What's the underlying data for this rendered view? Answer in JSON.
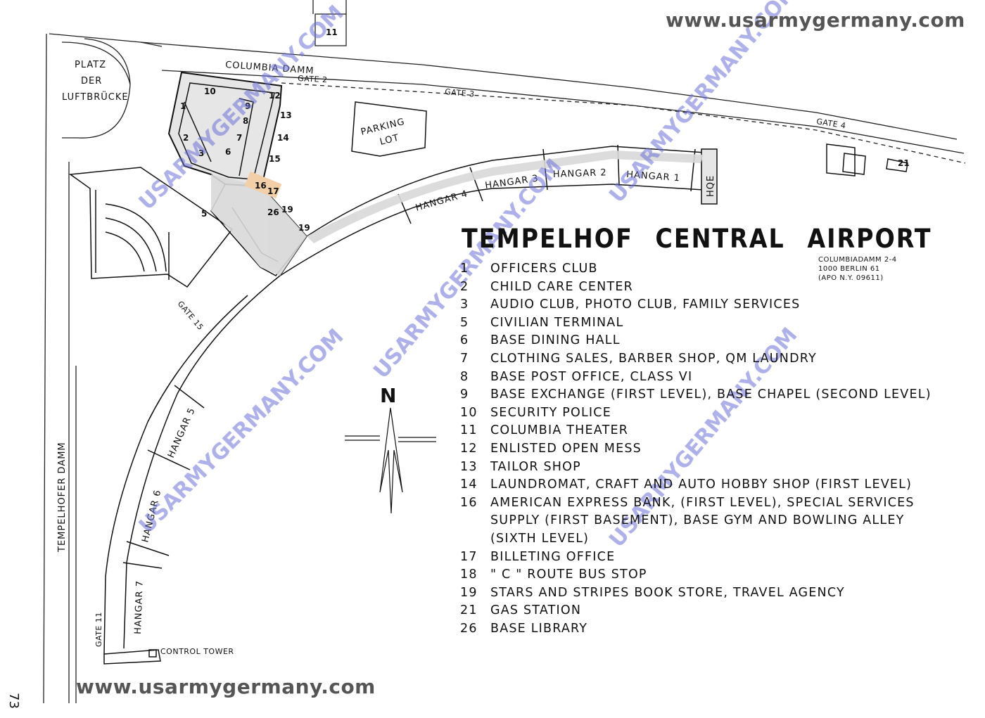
{
  "watermark": {
    "url_top": "www.usarmygermany.com",
    "url_bottom": "www.usarmygermany.com",
    "overlay_text": "USARMYGERMANY.COM"
  },
  "page_number": "73",
  "title": "TEMPELHOF  CENTRAL  AIRPORT",
  "address": [
    "COLUMBIADAMM  2-4",
    "1000  BERLIN  61",
    "(APO  N.Y.  09611)"
  ],
  "legend": [
    {
      "num": "1",
      "text": "OFFICERS CLUB"
    },
    {
      "num": "2",
      "text": "CHILD CARE CENTER"
    },
    {
      "num": "3",
      "text": "AUDIO CLUB, PHOTO CLUB, FAMILY SERVICES"
    },
    {
      "num": "5",
      "text": "CIVILIAN TERMINAL"
    },
    {
      "num": "6",
      "text": "BASE DINING HALL"
    },
    {
      "num": "7",
      "text": "CLOTHING SALES, BARBER SHOP, QM  LAUNDRY"
    },
    {
      "num": "8",
      "text": "BASE POST OFFICE, CLASS VI"
    },
    {
      "num": "9",
      "text": "BASE EXCHANGE (FIRST LEVEL), BASE CHAPEL (SECOND LEVEL)"
    },
    {
      "num": "10",
      "text": "SECURITY POLICE"
    },
    {
      "num": "11",
      "text": "COLUMBIA THEATER"
    },
    {
      "num": "12",
      "text": "ENLISTED OPEN MESS"
    },
    {
      "num": "13",
      "text": "TAILOR SHOP"
    },
    {
      "num": "14",
      "text": "LAUNDROMAT, CRAFT AND AUTO HOBBY SHOP (FIRST LEVEL)"
    },
    {
      "num": "16",
      "text": "AMERICAN EXPRESS BANK, (FIRST LEVEL), SPECIAL SERVICES"
    },
    {
      "num": "",
      "text": "SUPPLY (FIRST BASEMENT), BASE GYM AND BOWLING ALLEY"
    },
    {
      "num": "",
      "text": "(SIXTH LEVEL)"
    },
    {
      "num": "17",
      "text": "BILLETING OFFICE"
    },
    {
      "num": "18",
      "text": "\" C \" ROUTE BUS STOP"
    },
    {
      "num": "19",
      "text": "STARS AND STRIPES BOOK STORE, TRAVEL AGENCY"
    },
    {
      "num": "21",
      "text": "GAS STATION"
    },
    {
      "num": "26",
      "text": "BASE LIBRARY"
    }
  ],
  "map_labels": {
    "platz": [
      "PLATZ",
      "DER",
      "LUFTBRÜCKE"
    ],
    "columbia_damm": "COLUMBIA   DAMM",
    "tempelhofer_damm": "TEMPELHOFER   DAMM",
    "parking": [
      "PARKING",
      "LOT"
    ],
    "gates": {
      "gate2": "GATE 2",
      "gate3": "GATE 3",
      "gate4": "GATE 4",
      "gate11": "GATE 11",
      "gate15": "GATE 15"
    },
    "hangars": {
      "h1": "HANGAR  1",
      "h2": "HANGAR  2",
      "h3": "HANGAR  3",
      "h4": "HANGAR  4",
      "h5": "HANGAR  5",
      "h6": "HANGAR  6",
      "h7": "HANGAR  7"
    },
    "hqe": "HQE",
    "control_tower": "CONTROL  TOWER",
    "north": "N",
    "building_numbers": [
      "1",
      "2",
      "3",
      "5",
      "6",
      "7",
      "8",
      "9",
      "10",
      "11",
      "12",
      "13",
      "14",
      "15",
      "16",
      "17",
      "19",
      "19",
      "21",
      "26"
    ]
  }
}
